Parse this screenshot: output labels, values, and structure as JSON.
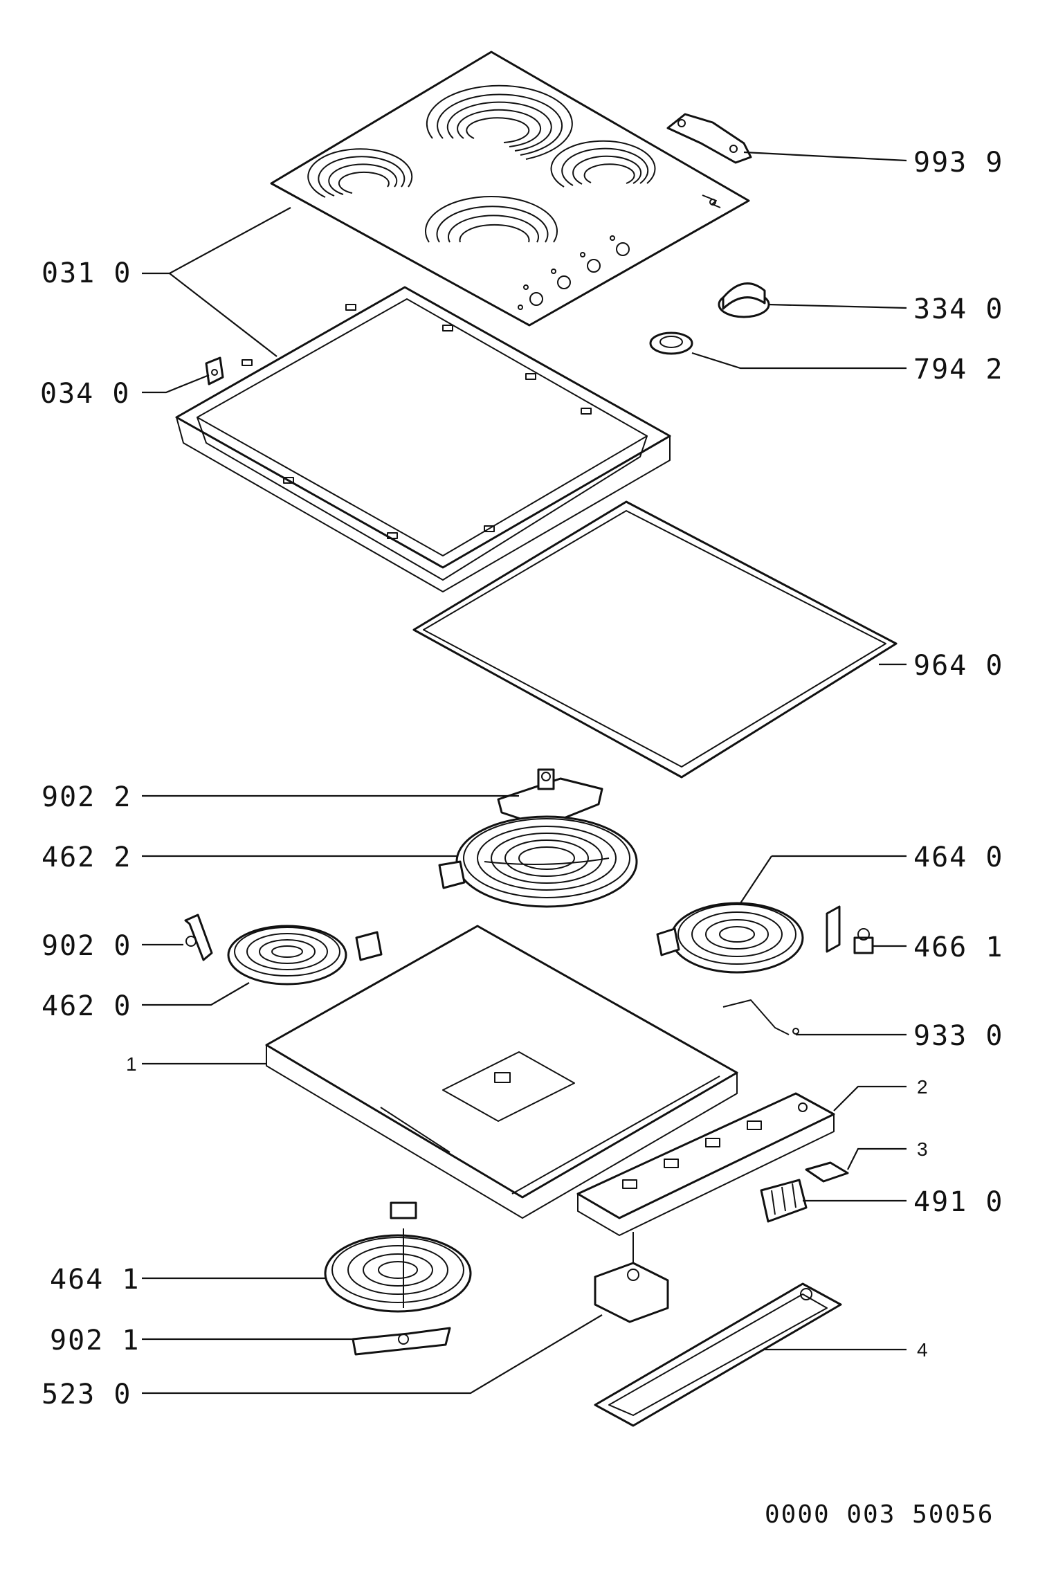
{
  "labels": {
    "l_993_9": "993 9",
    "l_031_0": "031 0",
    "l_334_0": "334 0",
    "l_794_2": "794 2",
    "l_034_0": "034 0",
    "l_964_0": "964 0",
    "l_902_2": "902 2",
    "l_462_2": "462 2",
    "l_464_0": "464 0",
    "l_902_0": "902 0",
    "l_466_1": "466 1",
    "l_462_0": "462 0",
    "l_933_0": "933 0",
    "l_1": "1",
    "l_2": "2",
    "l_3": "3",
    "l_491_0": "491 0",
    "l_464_1": "464 1",
    "l_902_1": "902 1",
    "l_523_0": "523 0",
    "l_4": "4"
  },
  "doc_number": "0000 003 50056"
}
